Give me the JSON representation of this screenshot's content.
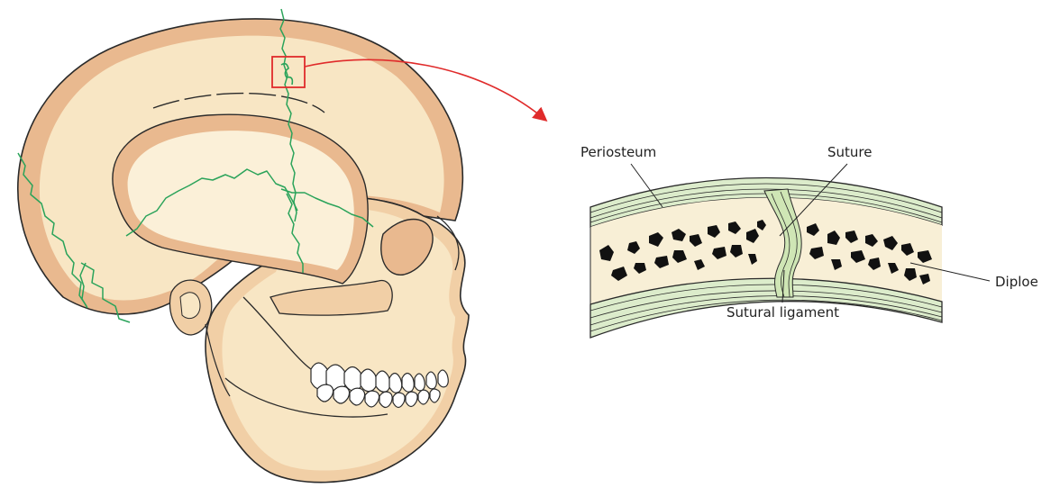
{
  "labels": {
    "periosteum": "Periosteum",
    "suture": "Suture",
    "diploe": "Diploe",
    "sutural_ligament": "Sutural ligament"
  },
  "colors": {
    "bone_fill": "#f8e6c4",
    "bone_shadow": "#e9b98f",
    "suture_line": "#2aa35a",
    "periosteum_band": "#dceccb",
    "callout_red": "#e02b2b",
    "diploe_spots": "#111111",
    "outline": "#2a2a2a"
  },
  "icons": {
    "callout_arrow": "red-curved-arrow-icon",
    "zoom_box": "red-zoom-rectangle"
  }
}
